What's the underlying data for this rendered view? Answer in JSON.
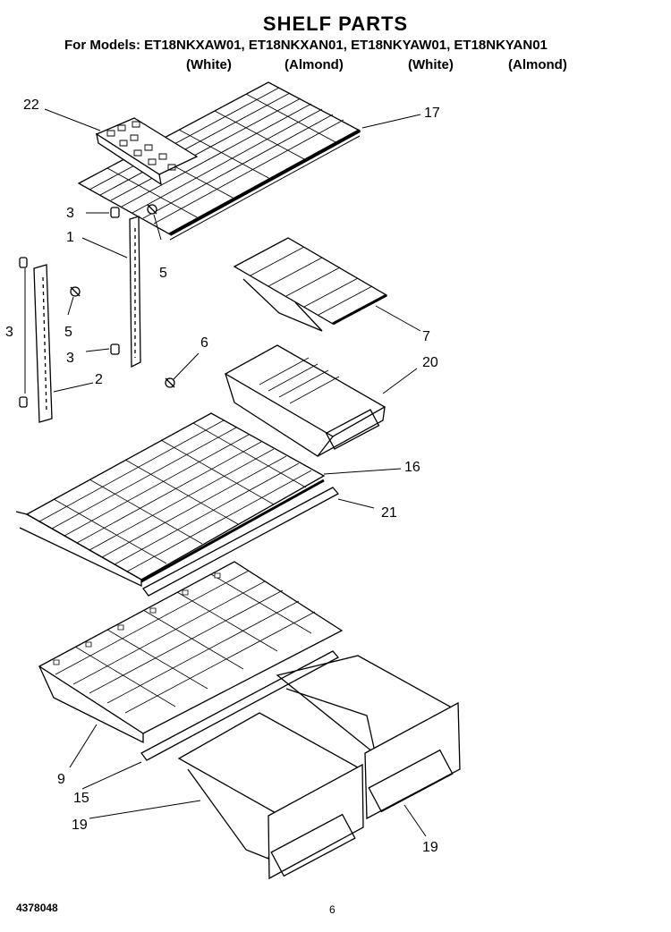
{
  "header": {
    "title": "SHELF PARTS",
    "models_line": "For Models: ET18NKXAW01, ET18NKXAN01, ET18NKYAW01, ET18NKYAN01",
    "variants": [
      "(White)",
      "(Almond)",
      "(White)",
      "(Almond)"
    ]
  },
  "parts": {
    "p22": "22",
    "p17": "17",
    "p3a": "3",
    "p1": "1",
    "p5a": "5",
    "p3b": "3",
    "p5b": "5",
    "p7": "7",
    "p6": "6",
    "p3c": "3",
    "p20": "20",
    "p2": "2",
    "p16": "16",
    "p21": "21",
    "p9": "9",
    "p15": "15",
    "p19a": "19",
    "p19b": "19"
  },
  "footer": {
    "doc_number": "4378048",
    "page_number": "6"
  }
}
